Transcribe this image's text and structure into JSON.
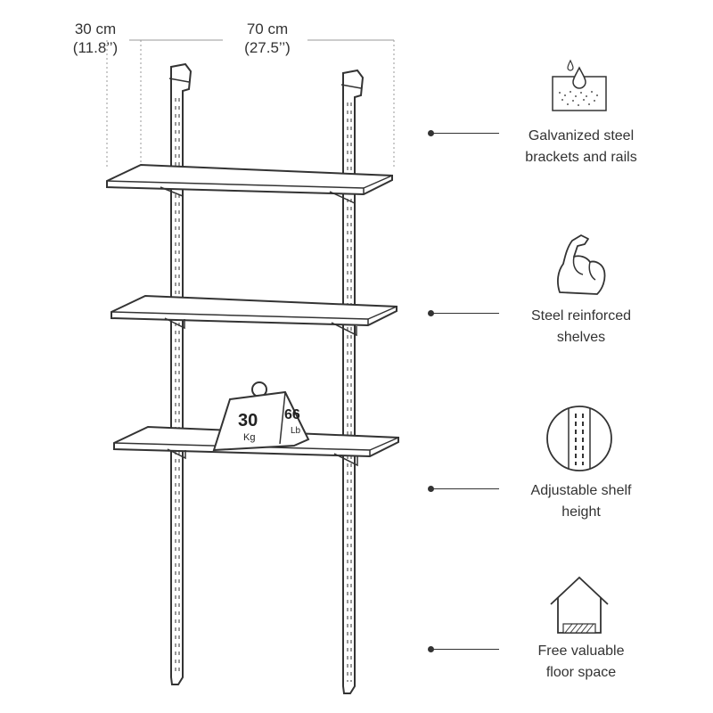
{
  "dimensions": {
    "depth": {
      "metric": "30 cm",
      "imperial": "(11.8’’)"
    },
    "width": {
      "metric": "70 cm",
      "imperial": "(27.5’’)"
    }
  },
  "weight": {
    "metric_value": "30",
    "metric_unit": "Kg",
    "imperial_value": "66",
    "imperial_unit": "Lb"
  },
  "features": [
    {
      "icon": "galvanized-drop-icon",
      "line1": "Galvanized steel",
      "line2": "brackets and rails"
    },
    {
      "icon": "strong-arm-icon",
      "line1": "Steel reinforced",
      "line2": "shelves"
    },
    {
      "icon": "rail-slots-icon",
      "line1": "Adjustable shelf",
      "line2": "height"
    },
    {
      "icon": "house-floor-icon",
      "line1": "Free valuable",
      "line2": "floor space"
    }
  ],
  "colors": {
    "line": "#333333",
    "shelf_fill": "#ffffff",
    "shadow": "#999999"
  }
}
